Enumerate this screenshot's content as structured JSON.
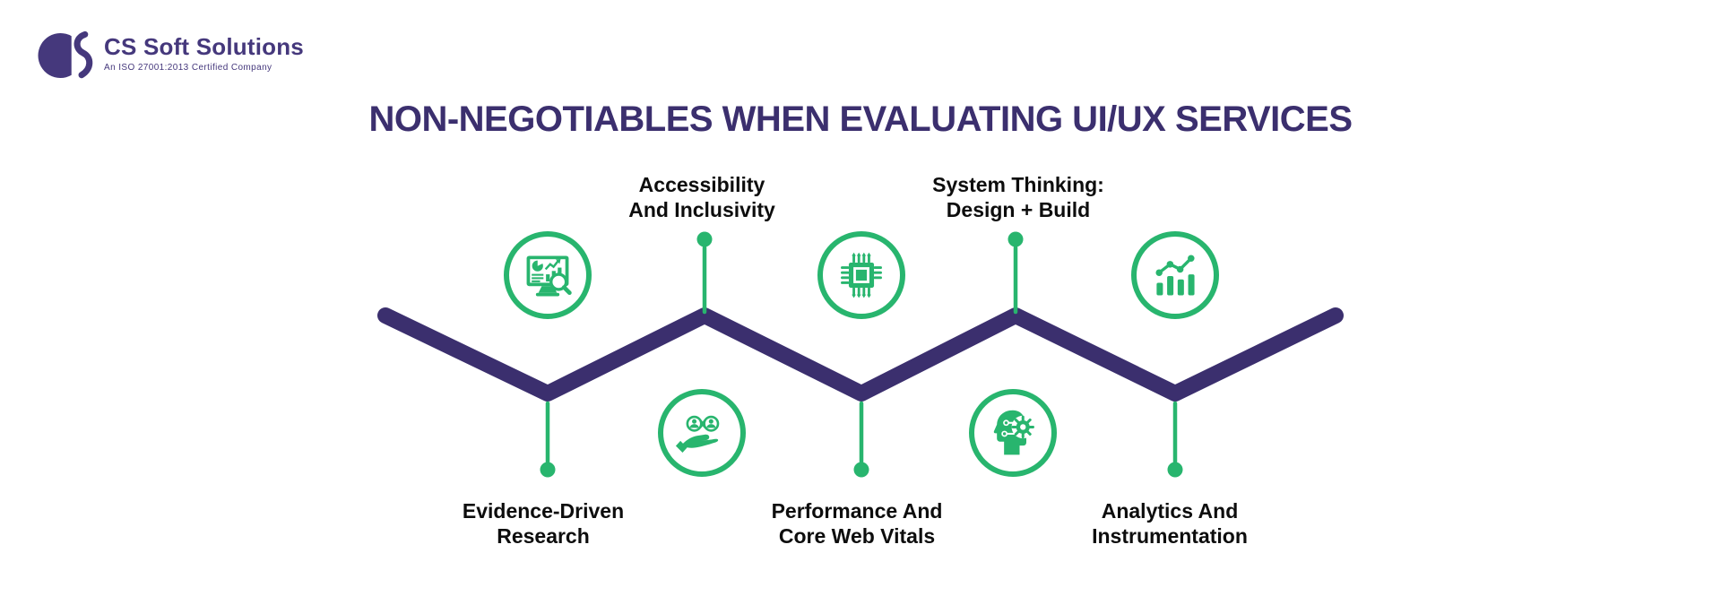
{
  "theme": {
    "purple": "#3b2f6e",
    "green": "#28b56e",
    "logo_purple": "#45387c",
    "label_color": "#0d0d0d",
    "background": "#ffffff"
  },
  "logo": {
    "icon": "cs-logo-icon",
    "company": "CS Soft Solutions",
    "tagline": "An ISO 27001:2013 Certified Company"
  },
  "title": "NON-NEGOTIABLES WHEN EVALUATING UI/UX SERVICES",
  "timeline": {
    "shape": "zigzag",
    "items": [
      {
        "name": "evidence-driven-research",
        "icon": "monitor-analytics-magnifier-icon",
        "label_lines": [
          "Evidence-Driven",
          "Research"
        ],
        "label_position": "below"
      },
      {
        "name": "accessibility-and-inclusivity",
        "icon": "hand-inclusivity-icon",
        "label_lines": [
          "Accessibility",
          "And Inclusivity"
        ],
        "label_position": "above"
      },
      {
        "name": "performance-and-core-web-vitals",
        "icon": "processor-chip-icon",
        "label_lines": [
          "Performance And",
          "Core Web Vitals"
        ],
        "label_position": "below"
      },
      {
        "name": "system-thinking-design-build",
        "icon": "head-gear-icon",
        "label_lines": [
          "System Thinking:",
          "Design + Build"
        ],
        "label_position": "above"
      },
      {
        "name": "analytics-and-instrumentation",
        "icon": "bar-chart-trend-icon",
        "label_lines": [
          "Analytics And",
          "Instrumentation"
        ],
        "label_position": "below"
      }
    ]
  }
}
